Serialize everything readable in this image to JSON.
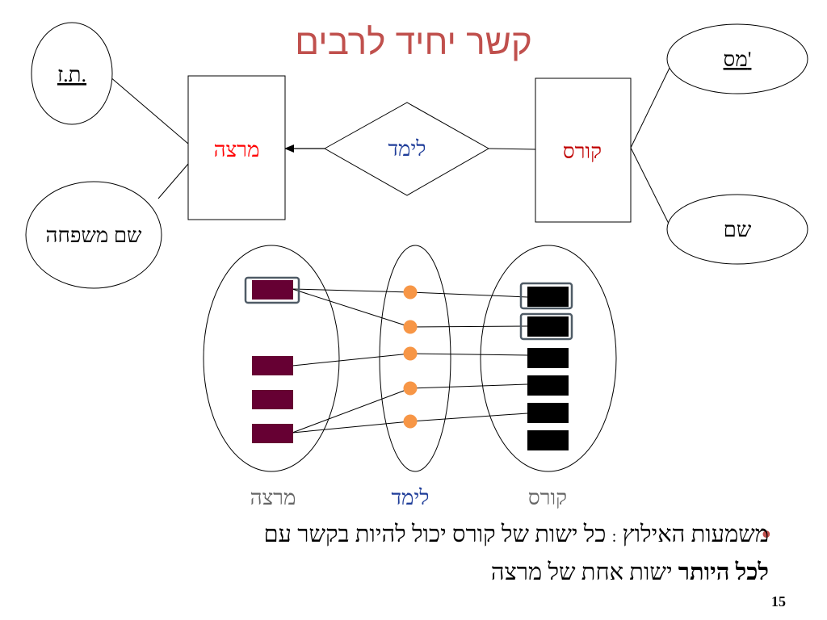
{
  "title": "קשר יחיד לרבים",
  "er_diagram": {
    "entity_left": "מרצה",
    "entity_right": "קורס",
    "relationship": "לימד",
    "attr_tz": "ת.ז.",
    "attr_family_name": "שם משפחה",
    "attr_num": "מס'",
    "attr_name": "שם"
  },
  "instance_diagram": {
    "label_lecturer": "מרצה",
    "label_taught": "לימד",
    "label_course": "קורס",
    "lecturer_count": 4,
    "relation_count": 5,
    "course_count": 6
  },
  "bullet": {
    "line1_prefix": "משמעות האילוץ",
    "line1_colon": ":",
    "line1_rest": "כל ישות של קורס יכול להיות בקשר עם",
    "line2_bold": "לכל היותר",
    "line2_rest": "ישות אחת של מרצה"
  },
  "page_number": "15",
  "colors": {
    "title": "#c0504d",
    "entity_text_left": "#ff0000",
    "entity_text_right": "#c00000",
    "relationship_text": "#1f3d99",
    "lecturer_instance": "#660033",
    "course_instance": "#000000",
    "relation_dot": "#f79646",
    "caption_gray": "#666666"
  }
}
